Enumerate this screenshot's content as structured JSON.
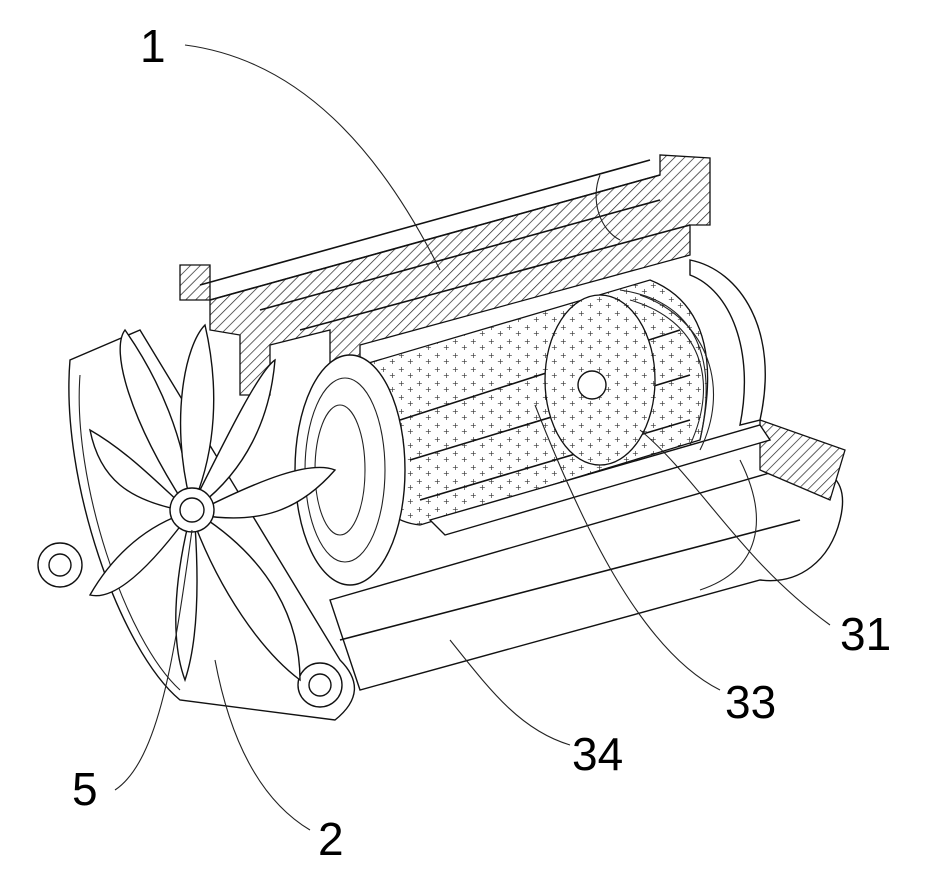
{
  "labels": {
    "l1": "1",
    "l31": "31",
    "l33": "33",
    "l34": "34",
    "l5": "5",
    "l2": "2"
  }
}
